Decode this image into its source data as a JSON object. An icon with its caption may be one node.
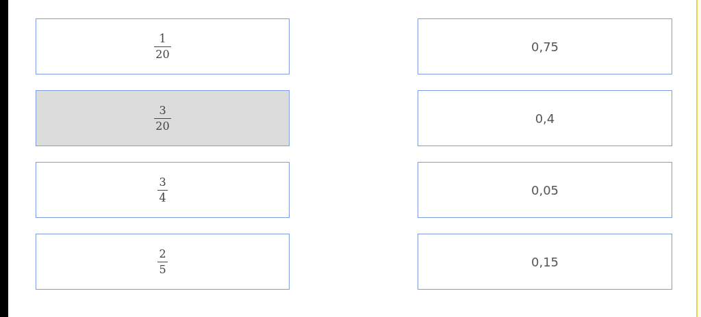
{
  "diagram": {
    "nodes": [
      {
        "text": [
          "1",
          "20"
        ]
      },
      {
        "text": [
          "0,75"
        ]
      },
      {
        "text": [
          "3",
          "20"
        ]
      },
      {
        "text": [
          "0,4"
        ]
      },
      {
        "text": [
          "3",
          "4"
        ]
      },
      {
        "text": [
          "0,05"
        ]
      },
      {
        "text": [
          "2",
          "5"
        ]
      },
      {
        "text": [
          "0,15"
        ]
      }
    ]
  }
}
